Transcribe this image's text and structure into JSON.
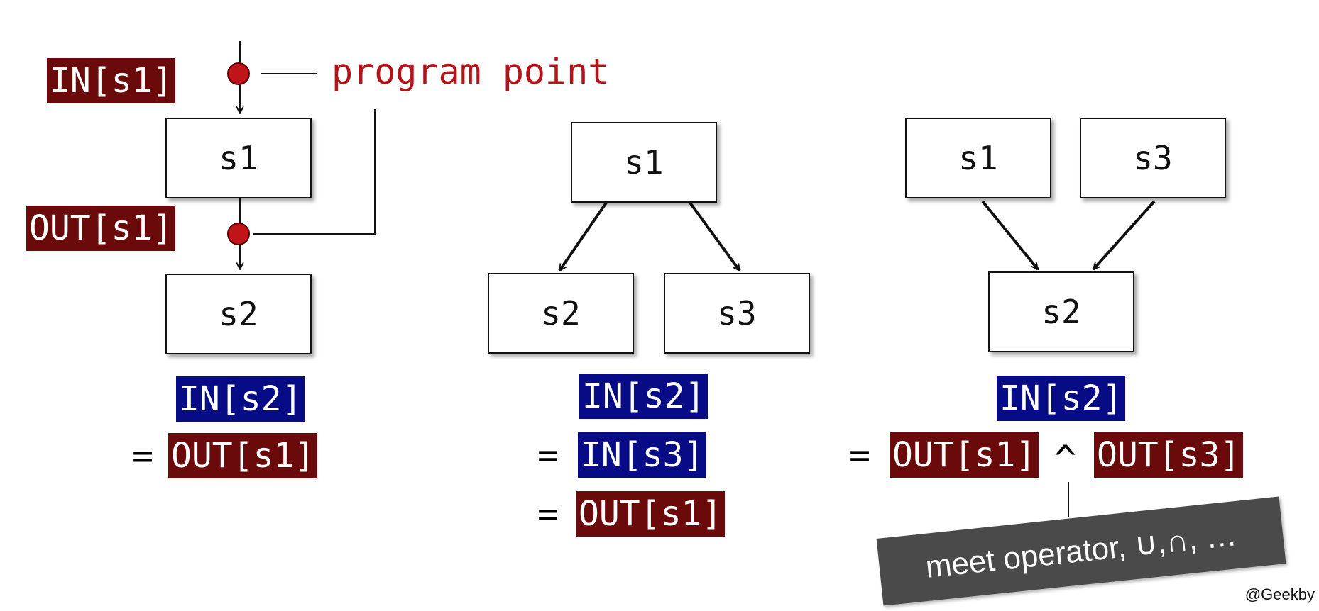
{
  "program_point_label": "program point",
  "left": {
    "in_s1": "IN[s1]",
    "out_s1": "OUT[s1]",
    "box_s1": "s1",
    "box_s2": "s2",
    "lhs": "IN[s2]",
    "eq1": "=",
    "rhs1": "OUT[s1]"
  },
  "middle": {
    "box_s1": "s1",
    "box_s2": "s2",
    "box_s3": "s3",
    "lhs": "IN[s2]",
    "eq1": "=",
    "rhs1": "IN[s3]",
    "eq2": "=",
    "rhs2": "OUT[s1]"
  },
  "right": {
    "box_s1": "s1",
    "box_s3": "s3",
    "box_s2": "s2",
    "lhs": "IN[s2]",
    "eq1": "=",
    "rhs1": "OUT[s1]",
    "meet": "^",
    "rhs2": "OUT[s3]",
    "callout": "meet operator, ∪,∩, …"
  },
  "credit": "@Geekby",
  "colors": {
    "out_highlight": "#6b0a0a",
    "in_highlight": "#070b85",
    "program_point": "#b2141a",
    "callout_bg": "#4a4a4a"
  }
}
